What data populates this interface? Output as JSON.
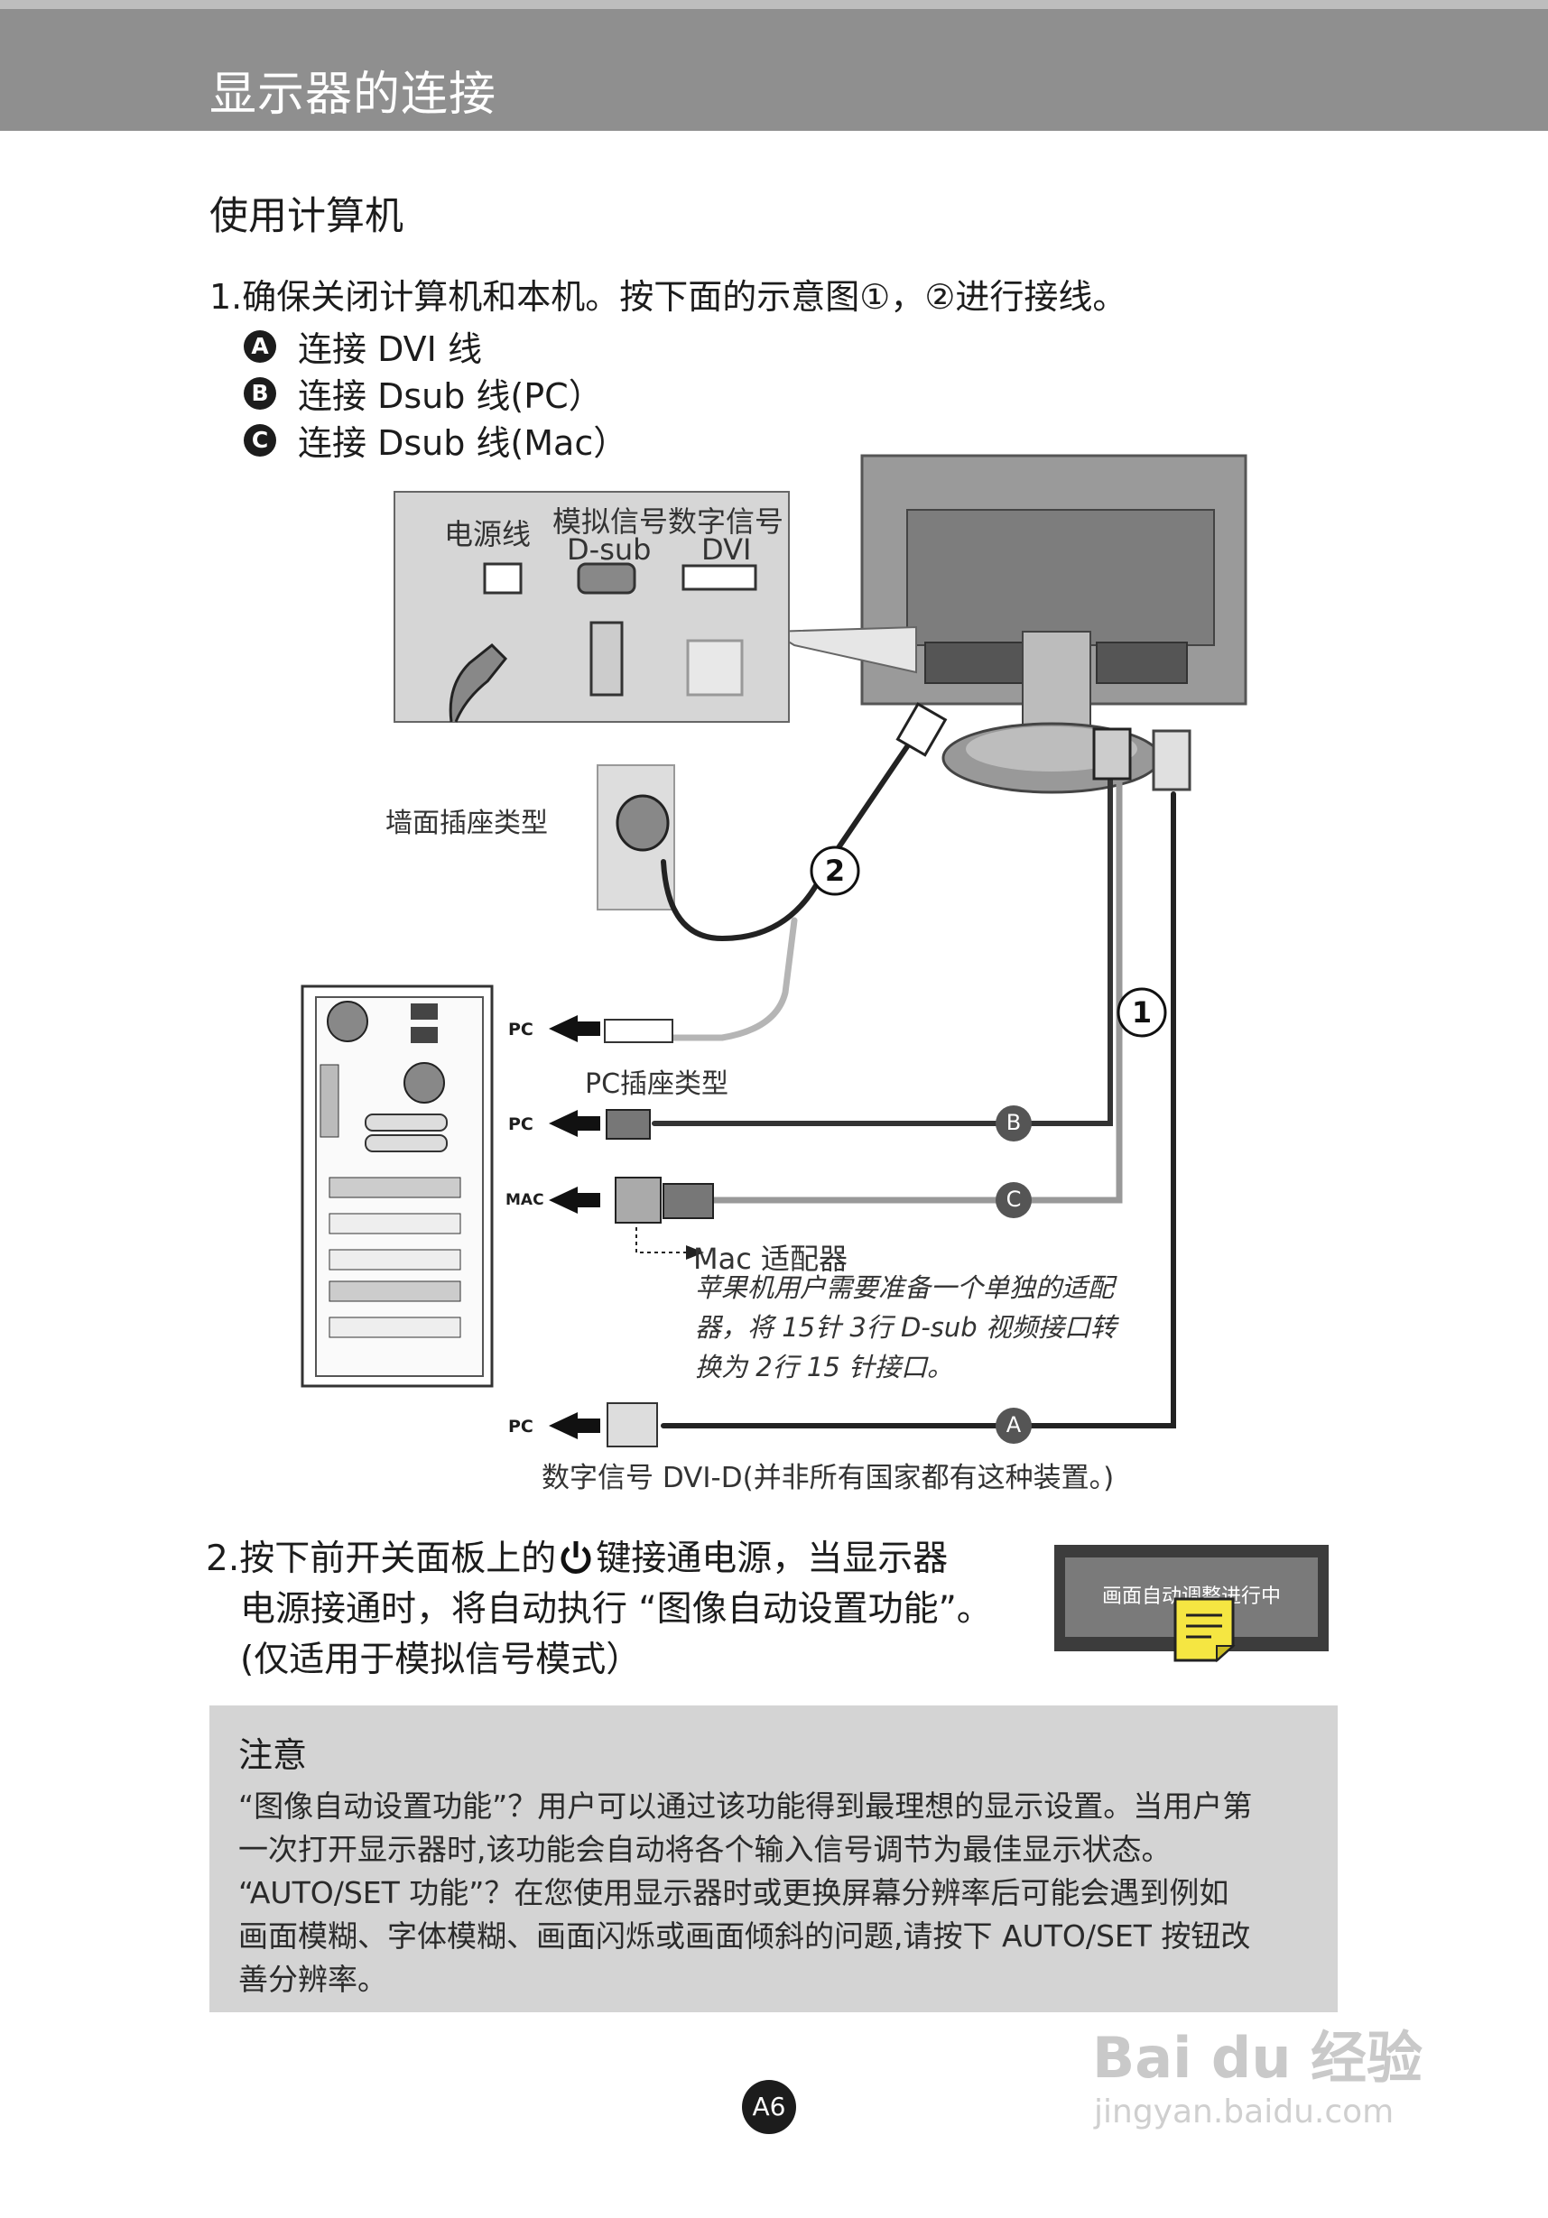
{
  "header": {
    "title": "显示器的连接"
  },
  "section": {
    "title": "使用计算机"
  },
  "step1": {
    "text": "1.确保关闭计算机和本机。按下面的示意图①，②进行接线。",
    "items": [
      {
        "badge": "A",
        "label": "连接 DVI 线"
      },
      {
        "badge": "B",
        "label": "连接 Dsub 线(PC）"
      },
      {
        "badge": "C",
        "label": "连接 Dsub 线(Mac）"
      }
    ]
  },
  "diagram": {
    "ports": {
      "power": "电源线",
      "analog": "模拟信号",
      "analog_sub": "D-sub",
      "digital": "数字信号",
      "digital_sub": "DVI"
    },
    "wall_outlet": "墙面插座类型",
    "pc_outlet": "PC插座类型",
    "pc_label": "PC",
    "mac_label": "MAC",
    "badge_1": "1",
    "badge_2": "2",
    "badge_a": "A",
    "badge_b": "B",
    "badge_c": "C",
    "mac_adapter": "Mac 适配器",
    "mac_note_1": "苹果机用户需要准备一个单独的适配",
    "mac_note_2": "器，将 15针 3行 D-sub 视频接口转",
    "mac_note_3": "换为 2行 15 针接口。",
    "dvi_caption": "数字信号 DVI-D(并非所有国家都有这种装置。)"
  },
  "step2": {
    "line1_pre": "2.按下前开关面板上的",
    "line1_post": "键接通电源，当显示器",
    "line2": "电源接通时，将自动执行 “图像自动设置功能”。",
    "line3": "(仅适用于模拟信号模式）"
  },
  "osd": {
    "text": "画面自动调整进行中"
  },
  "note": {
    "title": "注意",
    "lines": [
      "“图像自动设置功能”？用户可以通过该功能得到最理想的显示设置。当用户第",
      "一次打开显示器时,该功能会自动将各个输入信号调节为最佳显示状态。",
      "“AUTO/SET 功能”？在您使用显示器时或更换屏幕分辨率后可能会遇到例如",
      "画面模糊、字体模糊、画面闪烁或画面倾斜的问题,请按下 AUTO/SET 按钮改",
      "善分辨率。"
    ]
  },
  "footer": {
    "page": "A6"
  },
  "watermark": {
    "brand": "Bai du 经验",
    "url": "jingyan.baidu.com"
  }
}
